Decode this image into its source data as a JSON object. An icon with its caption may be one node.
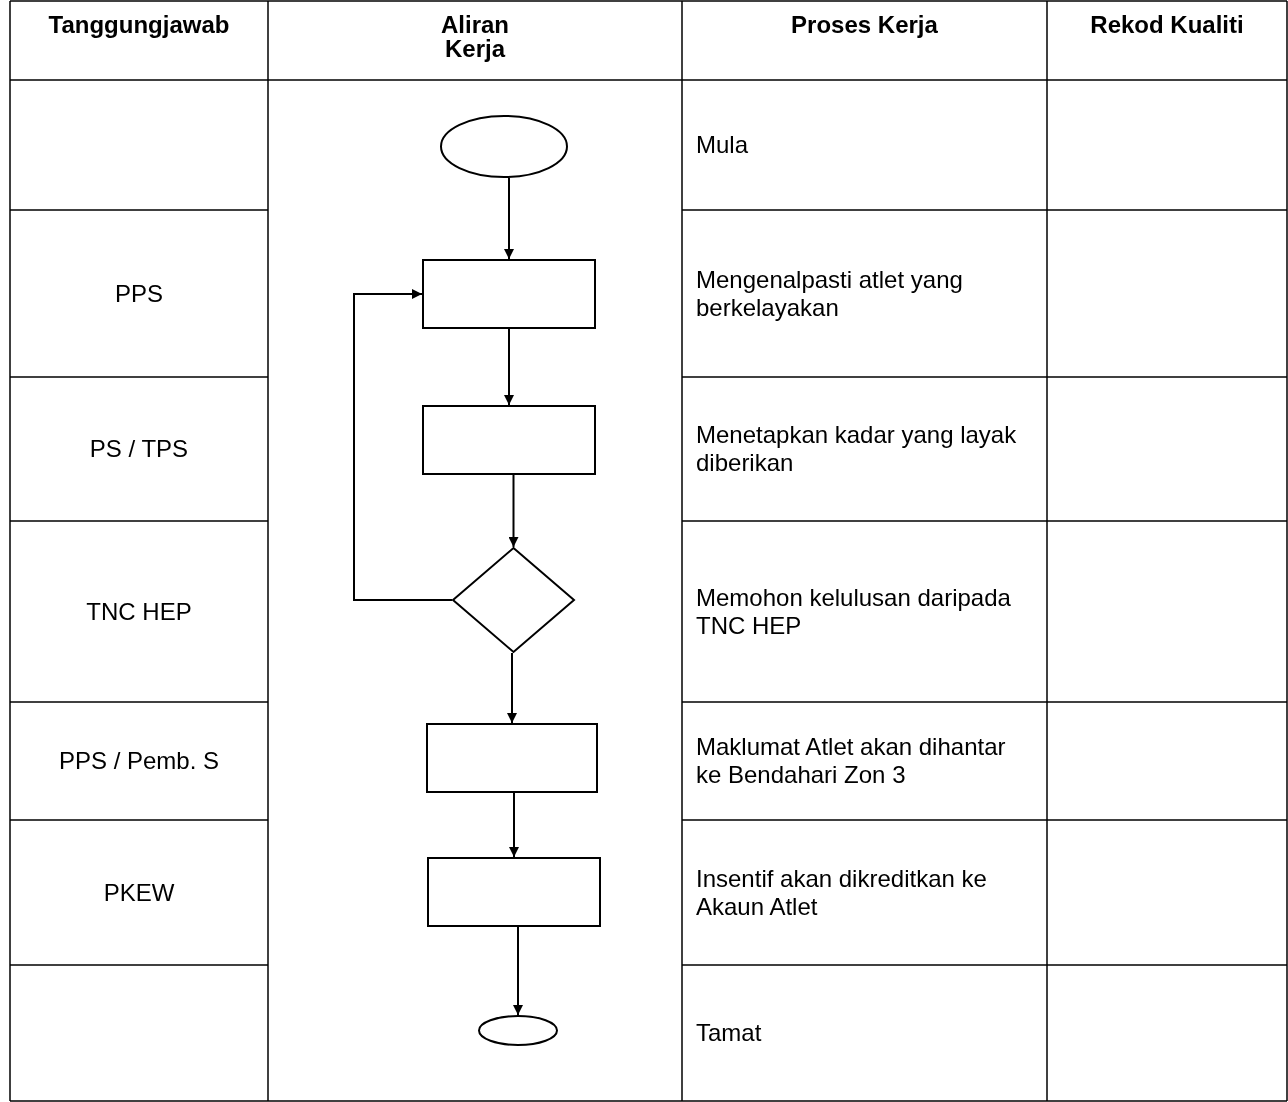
{
  "diagram": {
    "nodes": [
      {
        "text": [],
        "shape": "ellipse"
      },
      {
        "text": [],
        "shape": "box"
      },
      {
        "text": [],
        "shape": "box"
      },
      {
        "text": [],
        "shape": "diamond"
      },
      {
        "text": [],
        "shape": "box"
      },
      {
        "text": [],
        "shape": "box"
      },
      {
        "text": [],
        "shape": "ellipse"
      }
    ],
    "edges": [
      {
        "from": 0,
        "to": 1,
        "arrow": "to"
      },
      {
        "from": 1,
        "to": 2,
        "arrow": "to"
      },
      {
        "from": 2,
        "to": 3,
        "arrow": "to"
      },
      {
        "from": 3,
        "to": 1,
        "arrow": "to"
      },
      {
        "from": 3,
        "to": 4,
        "arrow": "to"
      },
      {
        "from": 4,
        "to": 5,
        "arrow": "to"
      },
      {
        "from": 5,
        "to": 6,
        "arrow": "to"
      }
    ],
    "labels": [
      "Tanggungjawab",
      "Aliran Kerja",
      "Proses Kerja",
      "Rekod Kualiti",
      "Mula",
      "PPS",
      "Mengenalpasti atlet yang berkelayakan",
      "PS / TPS",
      "Menetapkan kadar yang layak diberikan",
      "TNC HEP",
      "Memohon kelulusan daripada TNC HEP",
      "PPS / Pemb. S",
      "Maklumat Atlet akan dihantar ke Bendahari Zon 3",
      "PKEW",
      "Insentif akan dikreditkan ke Akaun Atlet",
      "Tamat"
    ]
  }
}
